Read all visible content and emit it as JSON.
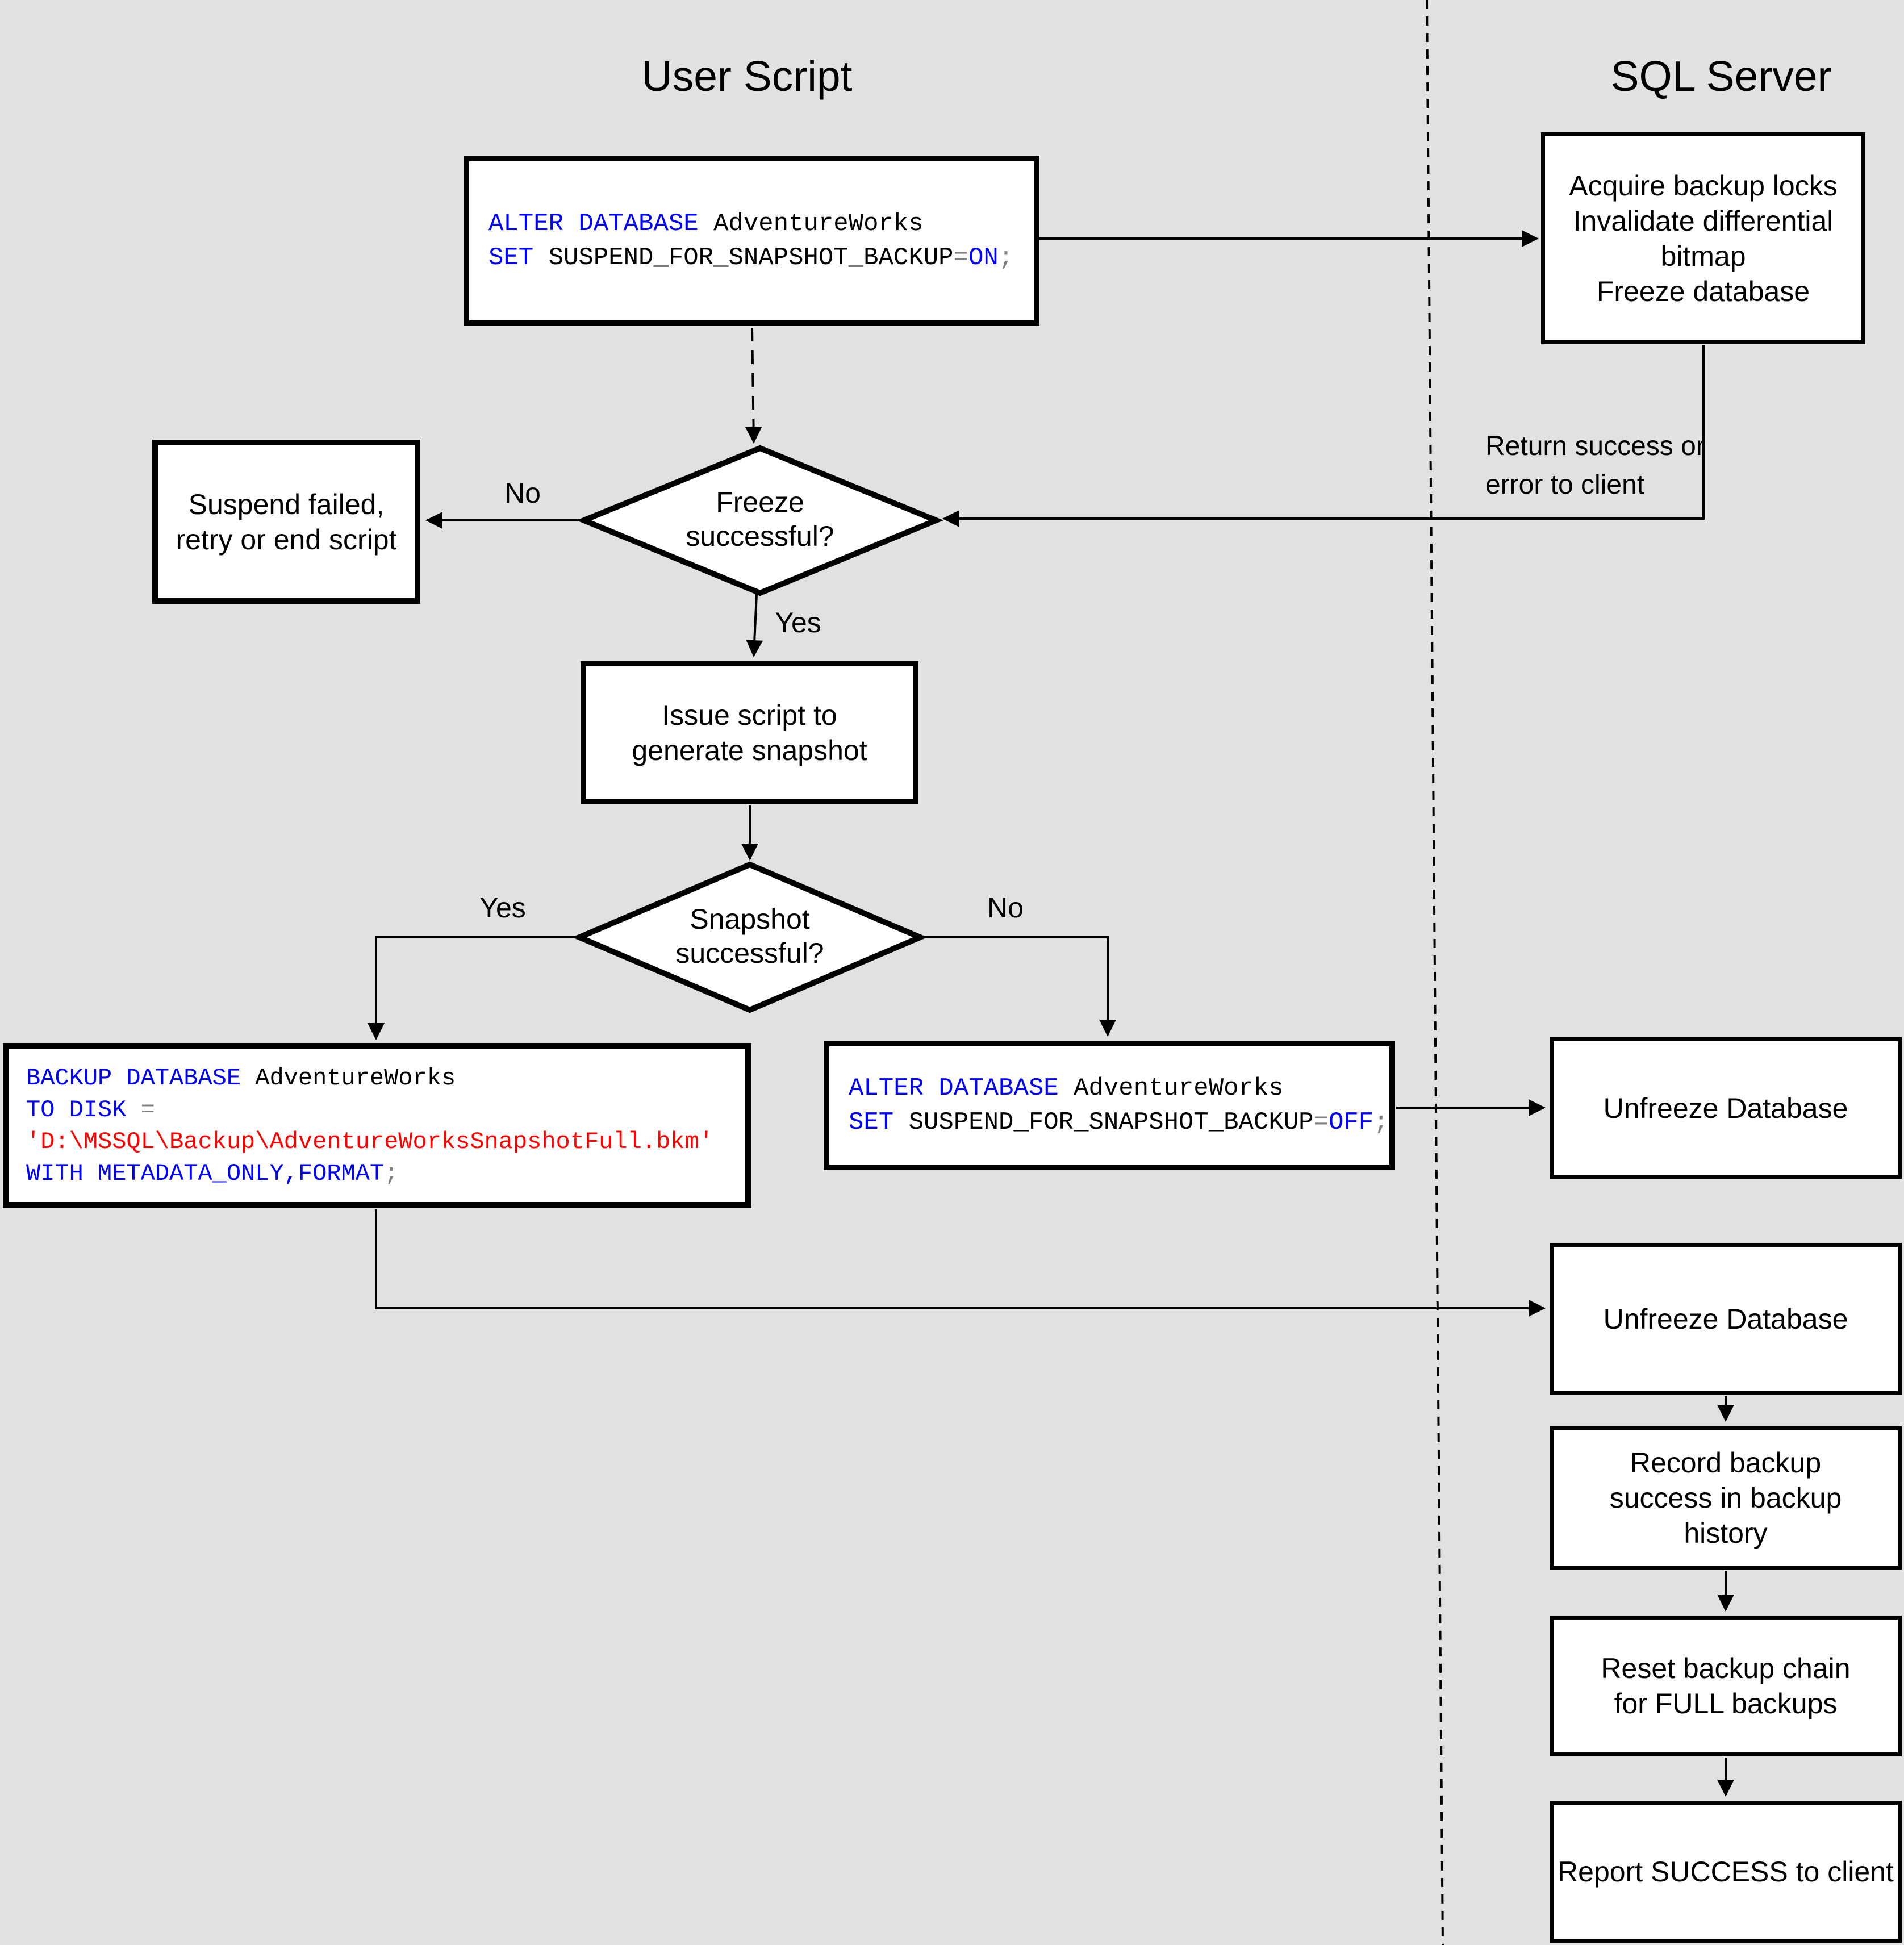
{
  "titles": {
    "user_script": "User Script",
    "sql_server": "SQL Server"
  },
  "colors": {
    "keyword": "#0000ff",
    "identifier": "#000000",
    "string": "#ff0000",
    "operator": "#808080",
    "background": "#e1e1e1",
    "node_fill": "#ffffff",
    "stroke": "#000000"
  },
  "code": {
    "sql_suspend_on": {
      "t1": "ALTER DATABASE",
      "t2": " AdventureWorks",
      "t3": "SET",
      "t4": " SUSPEND_FOR_SNAPSHOT_BACKUP",
      "t5": "=",
      "t6": "ON",
      "t7": ";"
    },
    "sql_suspend_off": {
      "t1": "ALTER DATABASE",
      "t2": " AdventureWorks",
      "t3": "SET",
      "t4": " SUSPEND_FOR_SNAPSHOT_BACKUP",
      "t5": "=",
      "t6": "OFF",
      "t7": ";"
    },
    "sql_backup": {
      "t1": "BACKUP DATABASE",
      "t2": " AdventureWorks",
      "t3": "TO DISK",
      "t4": " =",
      "t5": "'D:\\MSSQL\\Backup\\AdventureWorksSnapshotFull.bkm'",
      "t6": "WITH METADATA_ONLY,FORMAT",
      "t7": ";"
    }
  },
  "nodes": {
    "acquire": {
      "lines": [
        "Acquire backup locks",
        "Invalidate differential bitmap",
        "Freeze database"
      ]
    },
    "suspend_failed": {
      "text": "Suspend failed, retry or end script"
    },
    "freeze_decision": {
      "text": "Freeze successful?"
    },
    "issue_script": {
      "text": "Issue script to generate snapshot"
    },
    "snapshot_decision": {
      "text": "Snapshot successful?"
    },
    "unfreeze_a": {
      "text": "Unfreeze Database"
    },
    "unfreeze_b": {
      "text": "Unfreeze Database"
    },
    "record": {
      "text": "Record backup success in backup history"
    },
    "reset": {
      "text": "Reset backup chain for FULL backups"
    },
    "report": {
      "text": "Report SUCCESS to client"
    }
  },
  "labels": {
    "freeze_no": "No",
    "freeze_yes": "Yes",
    "snapshot_yes": "Yes",
    "snapshot_no": "No",
    "return_to_client": "Return success or error to client"
  }
}
